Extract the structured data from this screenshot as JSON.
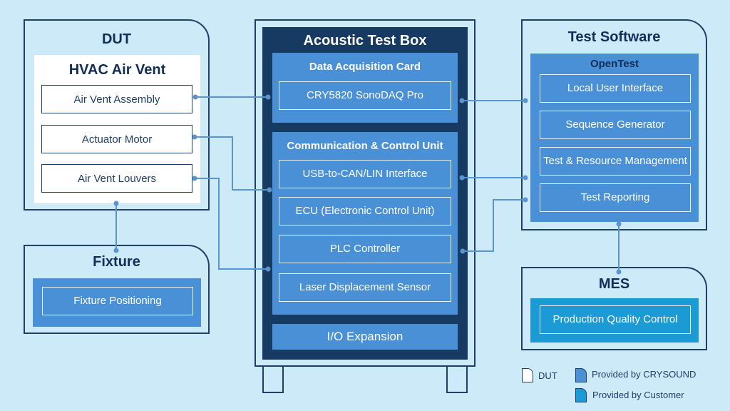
{
  "dut": {
    "title": "DUT",
    "subtitle": "HVAC Air Vent",
    "items": [
      "Air Vent Assembly",
      "Actuator Motor",
      "Air Vent Louvers"
    ]
  },
  "fixture": {
    "title": "Fixture",
    "items": [
      "Fixture Positioning"
    ]
  },
  "test_box": {
    "title": "Acoustic Test Box",
    "daq": {
      "title": "Data Acquisition Card",
      "items": [
        "CRY5820 SonoDAQ Pro"
      ]
    },
    "ccu": {
      "title": "Communication & Control Unit",
      "items": [
        "USB-to-CAN/LIN Interface",
        "ECU (Electronic Control Unit)",
        "PLC Controller",
        "Laser Displacement Sensor"
      ]
    },
    "io": "I/O Expansion"
  },
  "software": {
    "title": "Test Software",
    "panel_title": "OpenTest",
    "items": [
      "Local User Interface",
      "Sequence Generator",
      "Test & Resource Management",
      "Test Reporting"
    ]
  },
  "mes": {
    "title": "MES",
    "items": [
      "Production Quality Control"
    ]
  },
  "legend": {
    "dut": "DUT",
    "crysound": "Provided by CRYSOUND",
    "customer": "Provided by Customer"
  },
  "colors": {
    "crysound": "#4a90d6",
    "customer": "#1b9ad6",
    "dut": "#ffffff",
    "dark": "#173a63",
    "wire": "#5b95cf"
  }
}
